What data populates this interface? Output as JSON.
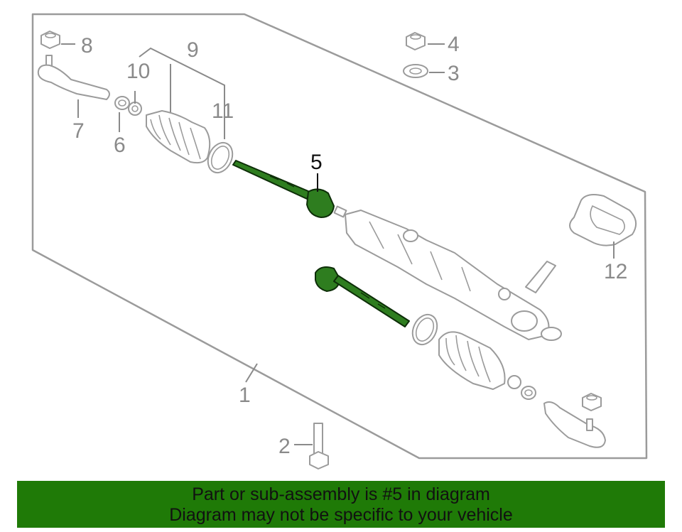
{
  "callouts": {
    "c1": "1",
    "c2": "2",
    "c3": "3",
    "c4": "4",
    "c5": "5",
    "c6": "6",
    "c7": "7",
    "c8": "8",
    "c9": "9",
    "c10": "10",
    "c11": "11",
    "c12": "12"
  },
  "highlighted_part": "5",
  "colors": {
    "highlight_fill": "#2e7d1f",
    "banner_background": "#1f7a07",
    "line_gray": "#9b9b9b"
  },
  "banner": {
    "line1": "Part or sub-assembly is #5 in diagram",
    "line2": "Diagram may not be specific to your vehicle"
  }
}
